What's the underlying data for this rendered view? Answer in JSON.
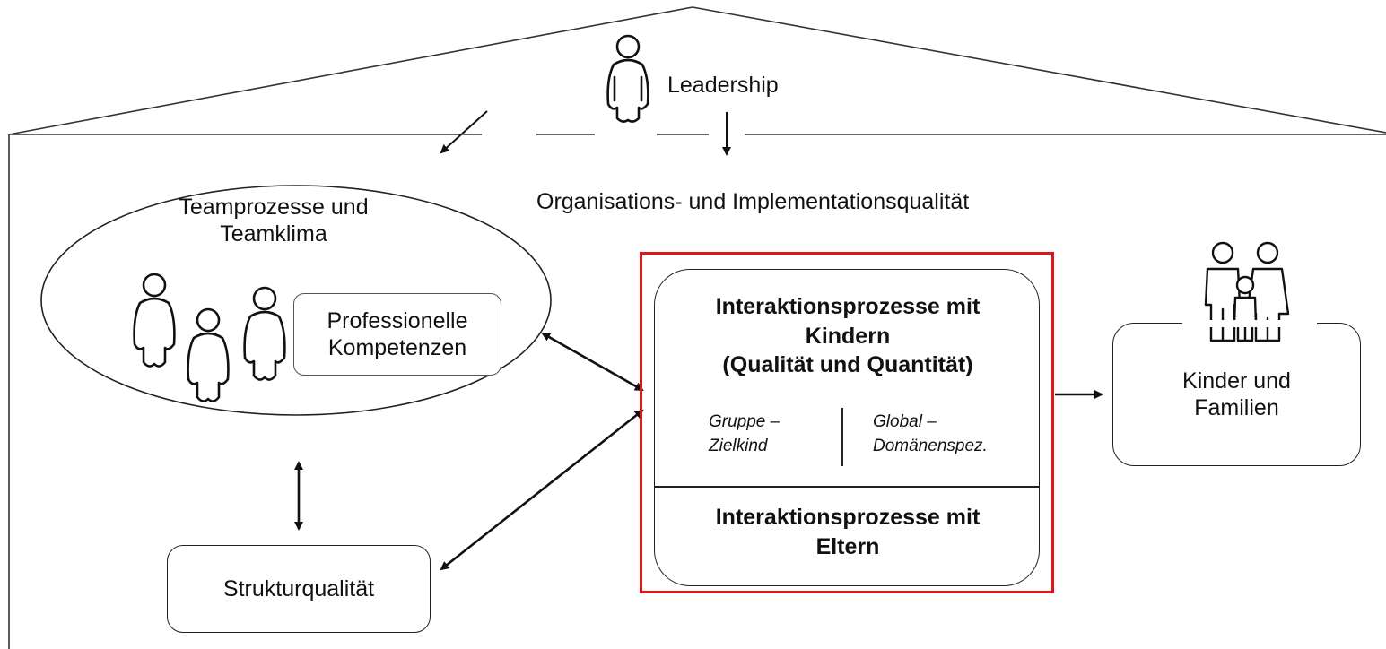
{
  "leadership_label": "Leadership",
  "organisation_label": "Organisations- und Implementationsqualität",
  "team": {
    "title_line1": "Teamprozesse und",
    "title_line2": "Teamklima",
    "kompetenzen_line1": "Professionelle",
    "kompetenzen_line2": "Kompetenzen"
  },
  "interaktion_kinder": {
    "line1": "Interaktionsprozesse mit",
    "line2": "Kindern",
    "line3": "(Qualität und Quantität)",
    "left_line1": "Gruppe –",
    "left_line2": "Zielkind",
    "right_line1": "Global –",
    "right_line2": "Domänenspez."
  },
  "interaktion_eltern": {
    "line1": "Interaktionsprozesse mit",
    "line2": "Eltern"
  },
  "kinder_familien": {
    "line1": "Kinder und",
    "line2": "Familien"
  },
  "struktur_label": "Strukturqualität",
  "colors": {
    "highlight": "#e01616",
    "stroke": "#222222"
  }
}
